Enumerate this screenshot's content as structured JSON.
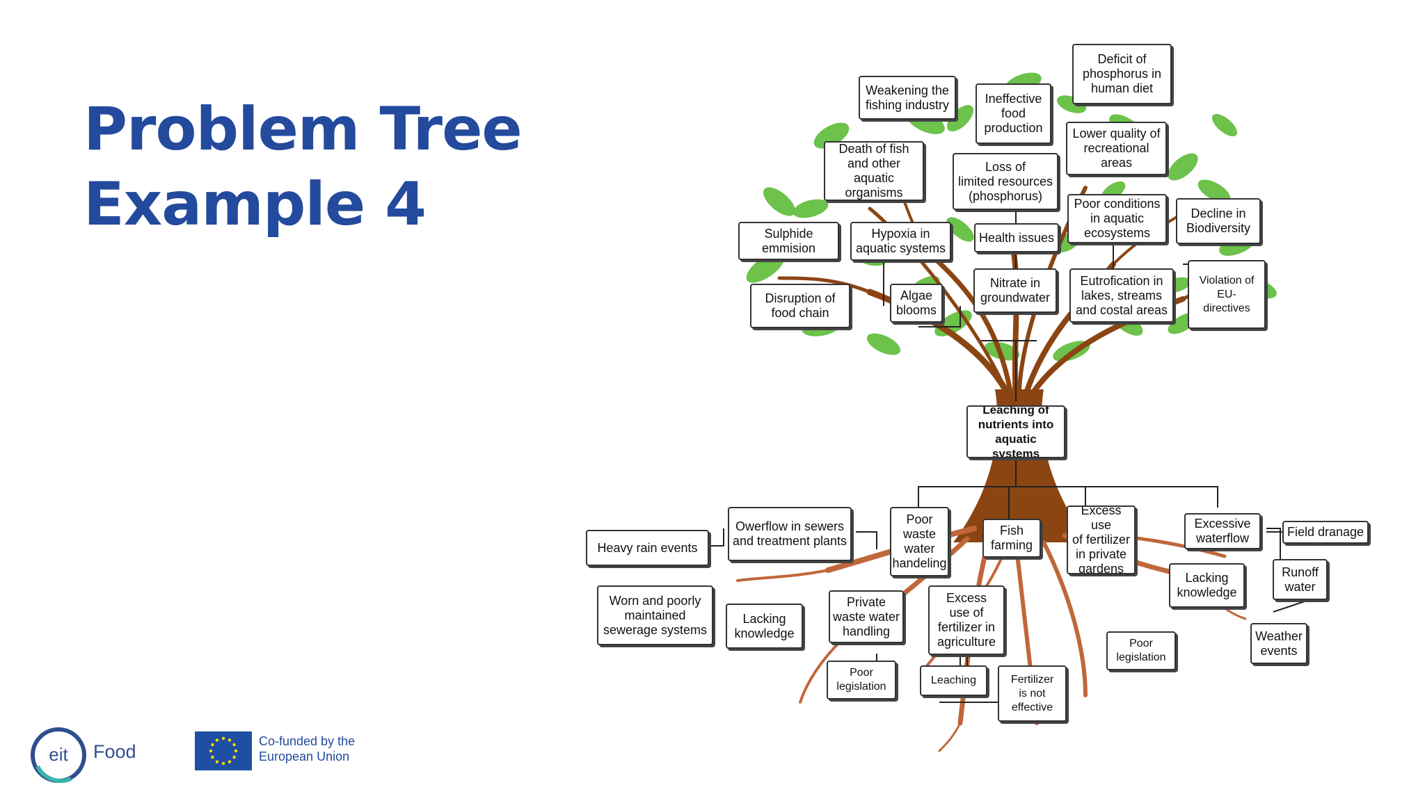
{
  "slide": {
    "title_line1": "Problem Tree",
    "title_line2": "Example 4"
  },
  "tree": {
    "core_problem": "Leaching of\nnutrients into\naquatic systems",
    "effects": {
      "deficit_phosphorus": "Deficit of\nphosphorus in\nhuman diet",
      "weakening_fishing": "Weakening the\nfishing industry",
      "ineffective_food": "Ineffective\nfood\nproduction",
      "lower_quality": "Lower quality of\nrecreational\nareas",
      "death_fish": "Death of fish\nand other aquatic\norganisms",
      "loss_resources": "Loss of\nlimited resources\n(phosphorus)",
      "poor_conditions": "Poor conditions\nin aquatic\necosystems",
      "decline_biodiversity": "Decline in\nBiodiversity",
      "sulphide": "Sulphide\nemmision",
      "hypoxia": "Hypoxia in\naquatic systems",
      "health_issues": "Health issues",
      "violation_eu": "Violation of\nEU-\ndirectives",
      "disruption_food_chain": "Disruption of\nfood chain",
      "algae_blooms": "Algae\nblooms",
      "nitrate_groundwater": "Nitrate in\ngroundwater",
      "eutrofication": "Eutrofication in\nlakes, streams\nand costal areas"
    },
    "causes": {
      "heavy_rain": "Heavy rain events",
      "overflow_sewers": "Owerflow in sewers\nand treatment plants",
      "poor_waste_water": "Poor\nwaste\nwater\nhandeling",
      "fish_farming": "Fish\nfarming",
      "excess_fertilizer_gardens": "Excess use\nof fertilizer\nin private\ngardens",
      "excessive_waterflow": "Excessive\nwaterflow",
      "field_dranage": "Field dranage",
      "worn_sewerage": "Worn and poorly\nmaintained\nsewerage systems",
      "lacking_knowledge_left": "Lacking\nknowledge",
      "private_waste_water": "Private\nwaste water\nhandling",
      "excess_fertilizer_agriculture": "Excess\nuse of\nfertilizer in\nagriculture",
      "lacking_knowledge_right": "Lacking\nknowledge",
      "runoff_water": "Runoff\nwater",
      "weather_events": "Weather\nevents",
      "poor_legislation_left": "Poor\nlegislation",
      "leaching": "Leaching",
      "fertilizer_not_effective": "Fertilizer\nis not\neffective",
      "poor_legislation_right": "Poor\nlegislation"
    }
  },
  "footer": {
    "eit_logo_text": "eit",
    "eit_brand": "Food",
    "eu_line1": "Co-funded by the",
    "eu_line2": "European Union"
  },
  "colors": {
    "title": "#234a9c",
    "trunk": "#8b4513",
    "roots": "#c0673a",
    "leaves": "#6cc24a",
    "eu_flag": "#1f4fa3",
    "eu_stars": "#ffdd00"
  },
  "icons": [
    "eit-food-logo-icon",
    "eu-flag-icon"
  ]
}
